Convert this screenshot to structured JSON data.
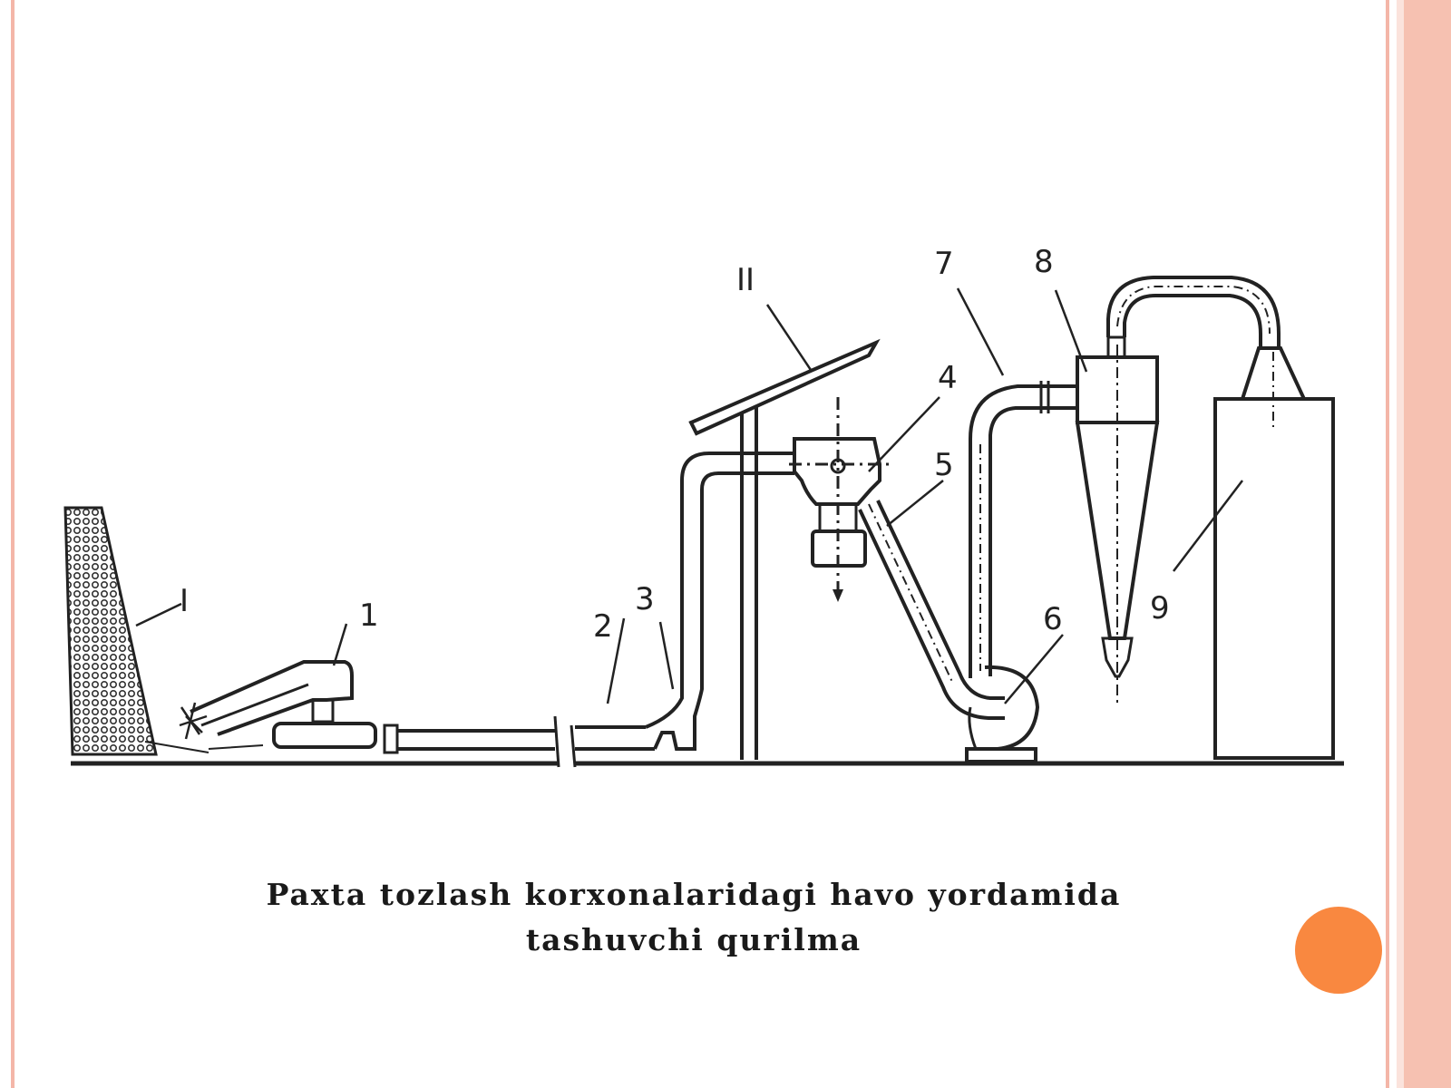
{
  "slide": {
    "caption_line1": "Paxta tozlash korxonalaridagi havo yordamida",
    "caption_line2": "tashuvchi qurilma",
    "accent_color": "#f98840",
    "frame_color": "#f4b6a8"
  },
  "diagram": {
    "labels": {
      "I": "I",
      "II": "II",
      "n1": "1",
      "n2": "2",
      "n3": "3",
      "n4": "4",
      "n5": "5",
      "n6": "6",
      "n7": "7",
      "n8": "8",
      "n9": "9"
    }
  }
}
